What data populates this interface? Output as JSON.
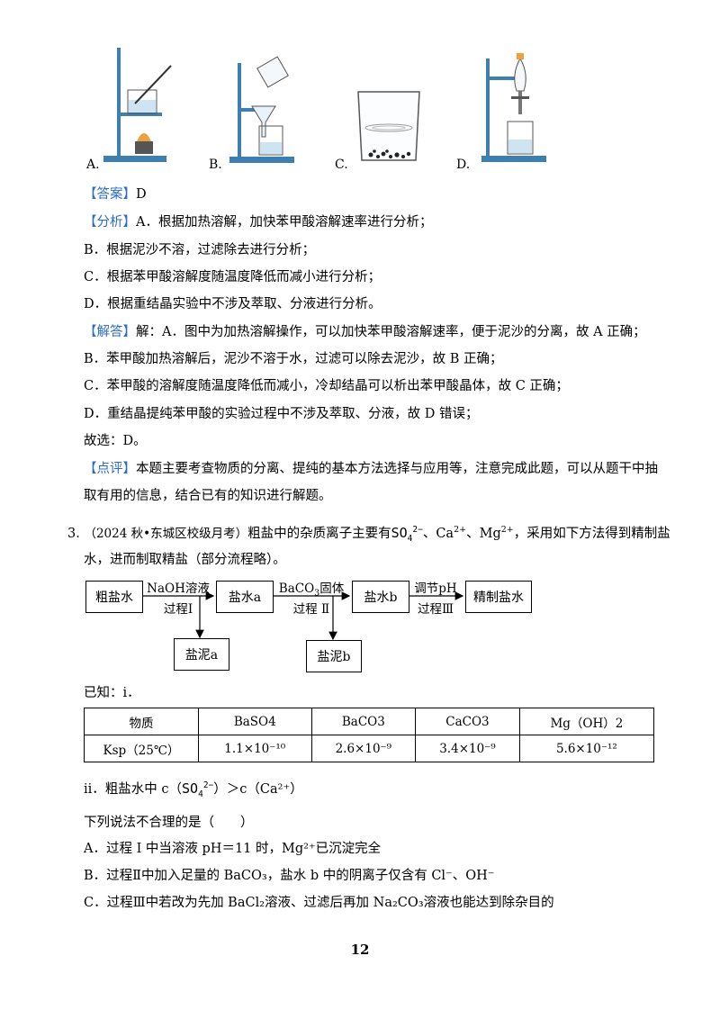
{
  "options_images": [
    {
      "label": "A.",
      "icon": "heating-dissolve-apparatus-icon"
    },
    {
      "label": "B.",
      "icon": "filtration-apparatus-icon"
    },
    {
      "label": "C.",
      "icon": "beaker-crystals-icon"
    },
    {
      "label": "D.",
      "icon": "separatory-funnel-apparatus-icon"
    }
  ],
  "answer": {
    "tag": "【答案】",
    "text": "D"
  },
  "analysis": {
    "tag": "【分析】",
    "lines": [
      "A．根据加热溶解，加快苯甲酸溶解速率进行分析；",
      "B．根据泥沙不溶，过滤除去进行分析；",
      "C．根据苯甲酸溶解度随温度降低而减小进行分析；",
      "D．根据重结晶实验中不涉及萃取、分液进行分析。"
    ]
  },
  "solution": {
    "tag": "【解答】",
    "lines": [
      "解：A．图中为加热溶解操作，可以加快苯甲酸溶解速率，便于泥沙的分离，故 A 正确；",
      "B．苯甲酸加热溶解后，泥沙不溶于水，过滤可以除去泥沙，故 B 正确；",
      "C．苯甲酸的溶解度随温度降低而减小，冷却结晶可以析出苯甲酸晶体，故 C 正确；",
      "D．重结晶提纯苯甲酸的实验过程中不涉及萃取、分液，故 D 错误；",
      "故选：D。"
    ]
  },
  "comment": {
    "tag": "【点评】",
    "line1": "本题主要考查物质的分离、提纯的基本方法选择与应用等，注意完成此题，可以从题干中抽",
    "line2": "取有用的信息，结合已有的知识进行解题。"
  },
  "q3": {
    "number": "3.",
    "source": "（2024 秋•东城区校级月考）",
    "stem_a": "粗盐中的杂质离子主要有",
    "so4_main": "SO",
    "so4_sub": "4",
    "so4_sup": "2−",
    "stem_b": "、Ca",
    "ca_sup": "2+",
    "stem_c": "、Mg",
    "mg_sup": "2+",
    "stem_d": "，采用如下方法得到精制盐",
    "stem_line2": "水，进而制取精盐（部分流程略）。"
  },
  "flow": {
    "box1": "粗盐水",
    "arrow1_top": "NaOH溶液",
    "arrow1_bottom": "过程I",
    "box2": "盐水a",
    "arrow2_top_a": "BaCO",
    "arrow2_top_sub": "3",
    "arrow2_top_b": "固体",
    "arrow2_bottom": "过程 Ⅱ",
    "box3": "盐水b",
    "arrow3_top": "调节pH",
    "arrow3_bottom": "过程Ⅲ",
    "box4": "精制盐水",
    "mud1": "盐泥a",
    "mud2": "盐泥b"
  },
  "known": {
    "label": "已知：ⅰ．"
  },
  "table": {
    "header": [
      "物质",
      "BaSO4",
      "BaCO3",
      "CaCO3",
      "Mg（OH）2"
    ],
    "row_label": "Ksp（25℃）",
    "values": [
      "1.1×10⁻¹⁰",
      "2.6×10⁻⁹",
      "3.4×10⁻⁹",
      "5.6×10⁻¹²"
    ]
  },
  "known2": {
    "prefix": "ⅱ．粗盐水中 c（",
    "suffix": "）＞c（Ca²⁺）"
  },
  "question": "下列说法不合理的是（　　）",
  "choices": [
    "A．过程 I 中当溶液 pH＝11 时，Mg²⁺已沉淀完全",
    "B．过程Ⅱ中加入足量的 BaCO₃，盐水 b 中的阴离子仅含有 Cl⁻、OH⁻",
    "C．过程Ⅲ中若改为先加 BaCl₂溶液、过滤后再加 Na₂CO₃溶液也能达到除杂目的"
  ],
  "page_number": "12"
}
